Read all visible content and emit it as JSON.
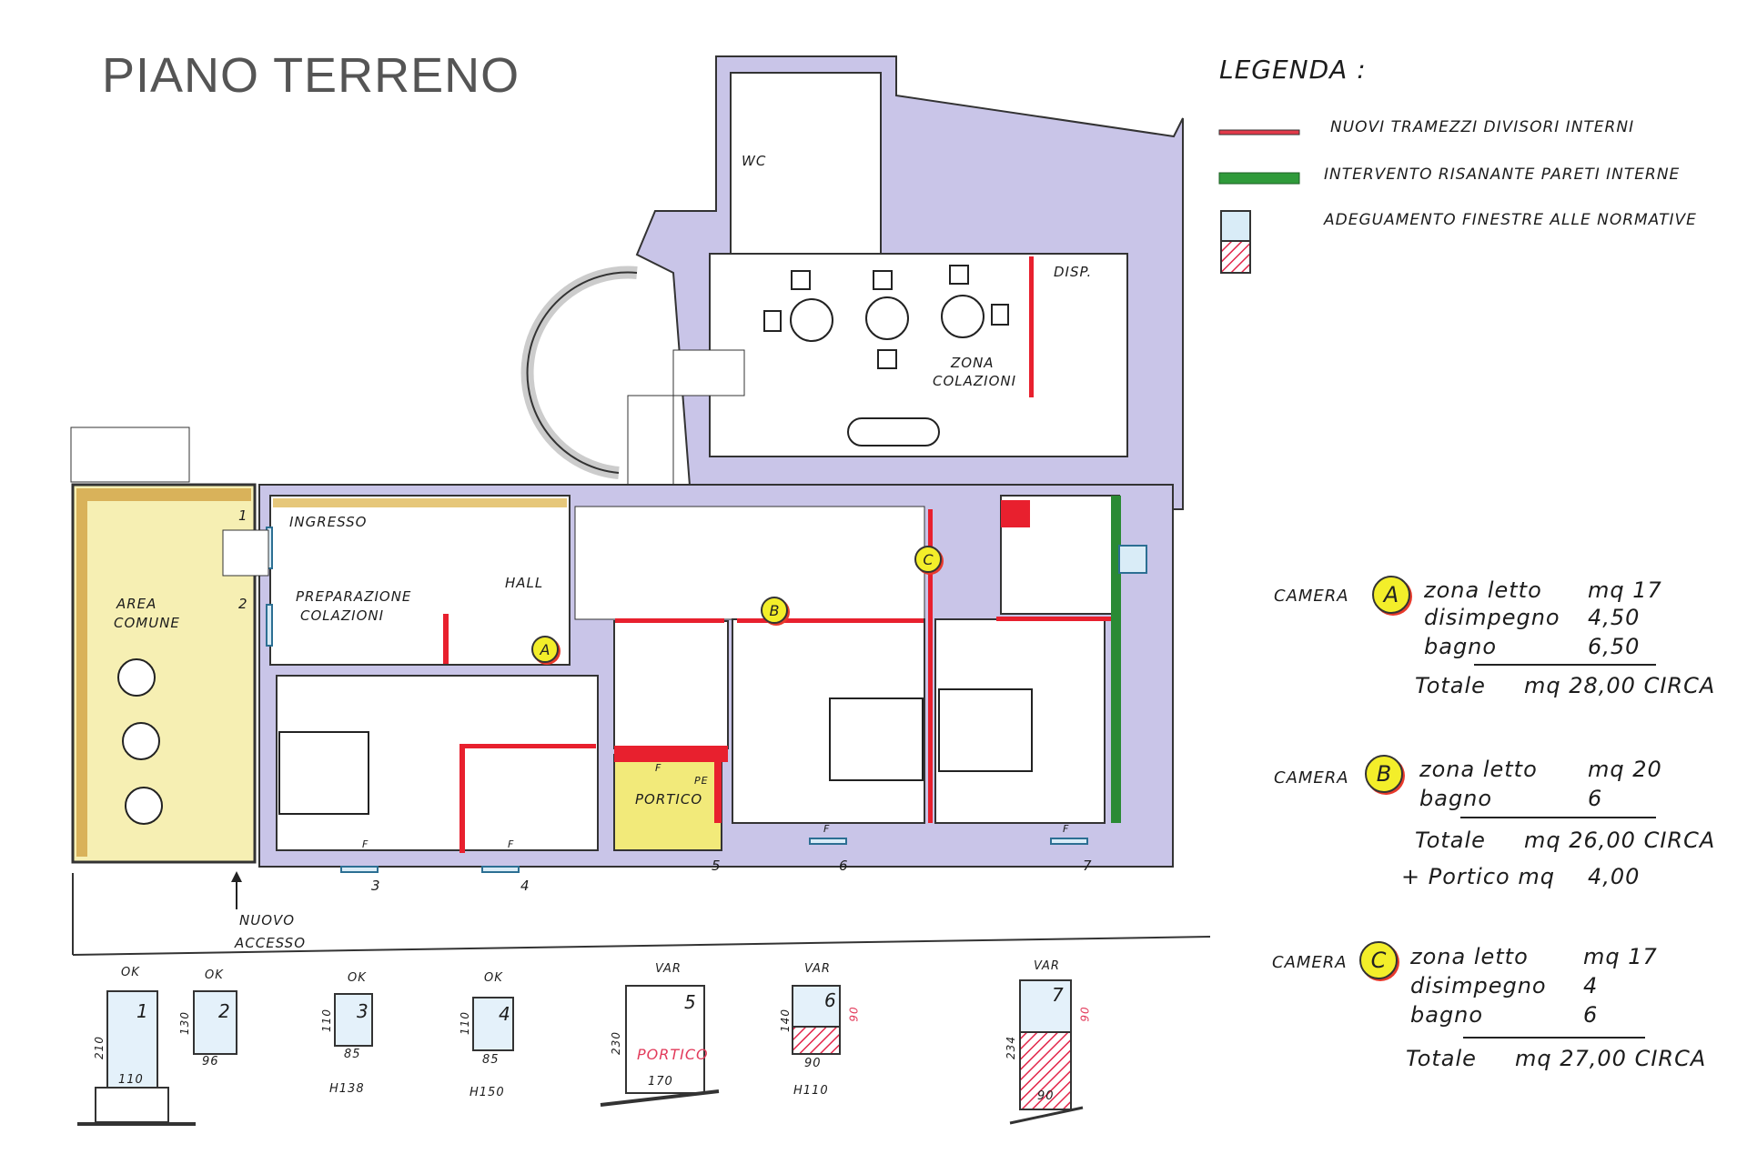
{
  "title": "PIANO TERRENO",
  "legend": {
    "heading": "LEGENDA :",
    "items": [
      {
        "label": "NUOVI TRAMEZZI DIVISORI INTERNI",
        "color": "#e23a4a"
      },
      {
        "label": "INTERVENTO RISANANTE PARETI INTERNE",
        "color": "#2f9a3a"
      },
      {
        "label": "ADEGUAMENTO FINESTRE ALLE NORMATIVE",
        "color": "#d9ecf7"
      }
    ]
  },
  "colors": {
    "wall": "#c9c5e8",
    "new_wall": "#e8202e",
    "restored_wall": "#2a8a34",
    "common_area": "#f6efb3",
    "portico": "#f2ea7a",
    "marker": "#f3ee2a"
  },
  "rooms": {
    "wc": "WC",
    "disp": "DISP.",
    "zona_colazioni": [
      "ZONA",
      "COLAZIONI"
    ],
    "ingresso": "INGRESSO",
    "hall": "HALL",
    "preparazione": [
      "PREPARAZIONE",
      "COLAZIONI"
    ],
    "area_comune": [
      "AREA",
      "COMUNE"
    ],
    "portico": "PORTICO",
    "portico_marks": [
      "F",
      "PE"
    ],
    "nuovo_accesso": [
      "NUOVO",
      "ACCESSO"
    ]
  },
  "markers": {
    "a": "A",
    "b": "B",
    "c": "C"
  },
  "window_numbers": [
    "1",
    "2",
    "3",
    "4",
    "5",
    "6",
    "7"
  ],
  "window_f": "F",
  "elevations": [
    {
      "num": "1",
      "status": "OK",
      "height": "210",
      "width": "110",
      "note": ""
    },
    {
      "num": "2",
      "status": "OK",
      "height": "130",
      "width": "96",
      "note": ""
    },
    {
      "num": "3",
      "status": "OK",
      "height": "110",
      "width": "85",
      "note": "H138"
    },
    {
      "num": "4",
      "status": "OK",
      "height": "110",
      "width": "85",
      "note": "H150"
    },
    {
      "num": "5",
      "status": "VAR",
      "height": "230",
      "width": "170",
      "note": "",
      "inner": "PORTICO"
    },
    {
      "num": "6",
      "status": "VAR",
      "height": "140",
      "width": "90",
      "note": "H110",
      "red": "90"
    },
    {
      "num": "7",
      "status": "VAR",
      "height": "234",
      "width": "90",
      "note": "",
      "red": "90"
    }
  ],
  "cameras": [
    {
      "label": "CAMERA",
      "id": "A",
      "rows": [
        [
          "zona letto",
          "mq 17"
        ],
        [
          "disimpegno",
          "4,50"
        ],
        [
          "bagno",
          "6,50"
        ]
      ],
      "total": [
        "Totale",
        "mq 28,00 CIRCA"
      ]
    },
    {
      "label": "CAMERA",
      "id": "B",
      "rows": [
        [
          "zona letto",
          "mq 20"
        ],
        [
          "bagno",
          "6"
        ]
      ],
      "total": [
        "Totale",
        "mq 26,00 CIRCA"
      ],
      "extra": [
        "+ Portico mq",
        "4,00"
      ]
    },
    {
      "label": "CAMERA",
      "id": "C",
      "rows": [
        [
          "zona letto",
          "mq 17"
        ],
        [
          "disimpegno",
          "4"
        ],
        [
          "bagno",
          "6"
        ]
      ],
      "total": [
        "Totale",
        "mq 27,00 CIRCA"
      ]
    }
  ]
}
